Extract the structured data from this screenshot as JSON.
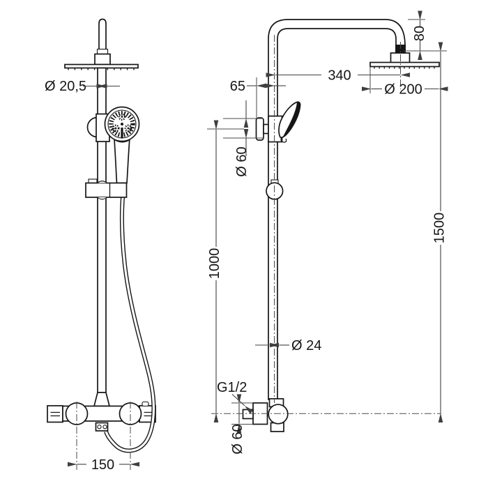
{
  "drawing": {
    "type": "shower-column-technical-drawing",
    "background": "#ffffff",
    "line_color": "#161616",
    "dimension_line_color": "#3f3f3f",
    "dims": {
      "hand_pipe_d": "Ø 20,5",
      "outlet_spacing": "150",
      "wall_offset": "65",
      "bracket_d": "Ø 60",
      "lower_height": "1000",
      "thread": "G1/2",
      "riser_d": "Ø 24",
      "flange_d": "Ø 60",
      "arm_drop": "80",
      "arm_reach": "340",
      "head_d": "Ø 200",
      "total_height": "1500"
    }
  }
}
